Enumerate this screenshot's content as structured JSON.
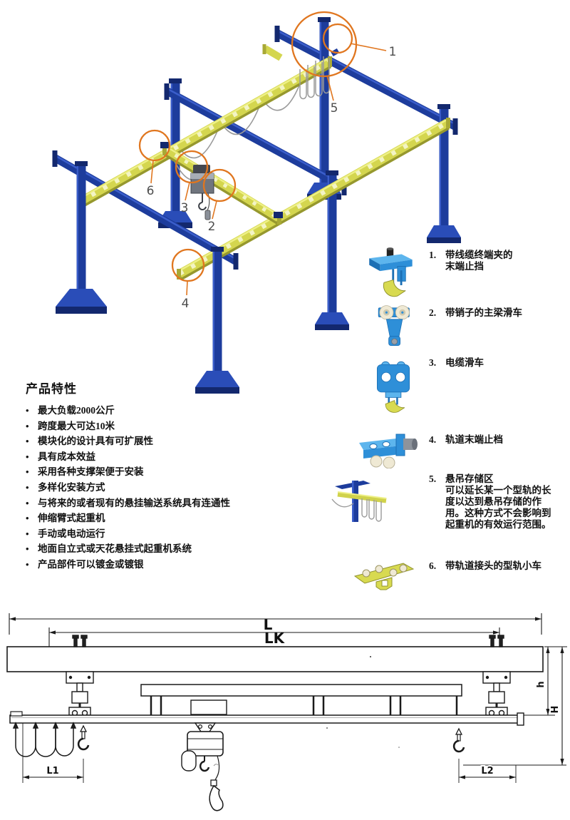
{
  "illustration": {
    "callouts": {
      "c1": "1",
      "c2": "2",
      "c3": "3",
      "c4": "4",
      "c5": "5",
      "c6": "6"
    }
  },
  "features": {
    "title": "产品特性",
    "items": [
      "最大负载2000公斤",
      "跨度最大可达10米",
      "模块化的设计具有可扩展性",
      "具有成本效益",
      "采用各种支撑架便于安装",
      "多样化安装方式",
      "与将来的或者现有的悬挂输送系统具有连通性",
      "伸缩臂式起重机",
      "手动或电动运行",
      "地面自立式或天花悬挂式起重机系统",
      "产品部件可以镀金或镀银"
    ]
  },
  "parts": {
    "items": [
      {
        "num": "1.",
        "line1": "带线缆终端夹的",
        "line2": "末端止挡",
        "icon": "cable-end-clamp-end-stop"
      },
      {
        "num": "2.",
        "label": "带销子的主梁滑车",
        "icon": "girder-trolley-with-pin"
      },
      {
        "num": "3.",
        "label": "电缆滑车",
        "icon": "cable-trolley"
      },
      {
        "num": "4.",
        "label": "轨道末端止档",
        "icon": "track-end-stop"
      },
      {
        "num": "5.",
        "label": "悬吊存储区",
        "desc": "可以延长某一个型轨的长度以达到悬吊存储的作用。这种方式不会影响到起重机的有效运行范围。",
        "icon": "suspended-storage-area"
      },
      {
        "num": "6.",
        "label": "带轨道接头的型轨小车",
        "icon": "rail-trolley-with-joint"
      }
    ]
  },
  "drawing": {
    "labels": {
      "overall_span": "L",
      "track_span": "LK",
      "left_overhang": "L1",
      "right_overhang": "L2",
      "suspension_height": "h",
      "overall_height": "H"
    }
  },
  "colors": {
    "structure_blue": "#1d3c9c",
    "rail_yellow": "#d4d64f",
    "callout_orange": "#e0761f",
    "icon_blue": "#2e8fd8",
    "line_black": "#1a1a1a"
  }
}
